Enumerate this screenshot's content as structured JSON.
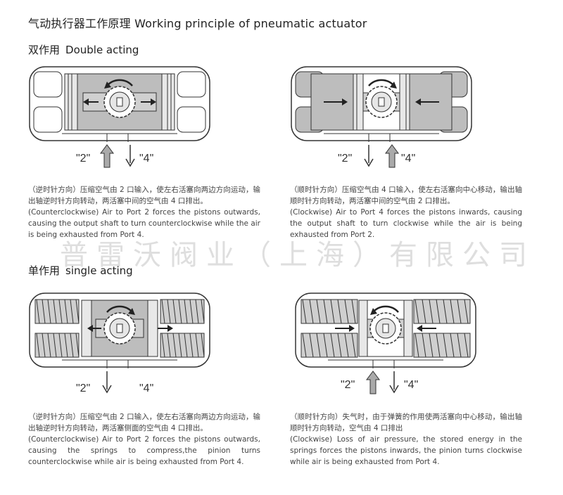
{
  "title": "气动执行器工作原理 Working principle of pneumatic actuator",
  "double": {
    "heading_cn": "双作用",
    "heading_en": "Double acting",
    "left": {
      "port2": "\"2\"",
      "port4": "\"4\"",
      "desc_cn": "（逆时针方向）压缩空气由 2 口输入，使左右活塞向两边方向运动，输出轴逆时针方向转动，两活塞中间的空气由 4 口排出。",
      "desc_en": "(Counterclockwise) Air to Port 2 forces the pistons outwards, causing the output shaft to turn counterclockwise while the air is being exhausted from Port 4."
    },
    "right": {
      "port2": "\"2\"",
      "port4": "\"4\"",
      "desc_cn": "（顺时针方向）压缩空气由 4 口输入，使左右活塞向中心移动，输出轴顺时针方向转动，两活塞中间的空气由 2 口排出。",
      "desc_en": "(Clockwise) Air to Port 4 forces the pistons inwards, causing the output shaft to turn clockwise while the air is being exhausted from Port 2."
    }
  },
  "single": {
    "heading_cn": "单作用",
    "heading_en": "single acting",
    "left": {
      "port2": "\"2\"",
      "port4": "\"4\"",
      "desc_cn": "（逆时针方向）压缩空气由 2 口输入，使左右活塞向两边方向运动，输出轴逆时针方向转动，两活塞侧面的空气由 4 口排出。",
      "desc_en": "(Counterclockwise) Air to Port 2 forces the pistons outwards, causing the springs to compress,the pinion turns counterclockwise while air is being exhausted from Port 4."
    },
    "right": {
      "port2": "\"2\"",
      "port4": "\"4\"",
      "desc_cn": "（顺时针方向）失气时，由于弹簧的作用使两活塞向中心移动，输出轴顺时针方向转动，空气由 4 口排出",
      "desc_en": "(Clockwise) Loss of air pressure, the stored energy in the springs forces the pistons inwards, the pinion turns clockwise while air is being exhausted from Port 4."
    }
  },
  "watermark": "普雷沃阀业（上海）有限公司"
}
